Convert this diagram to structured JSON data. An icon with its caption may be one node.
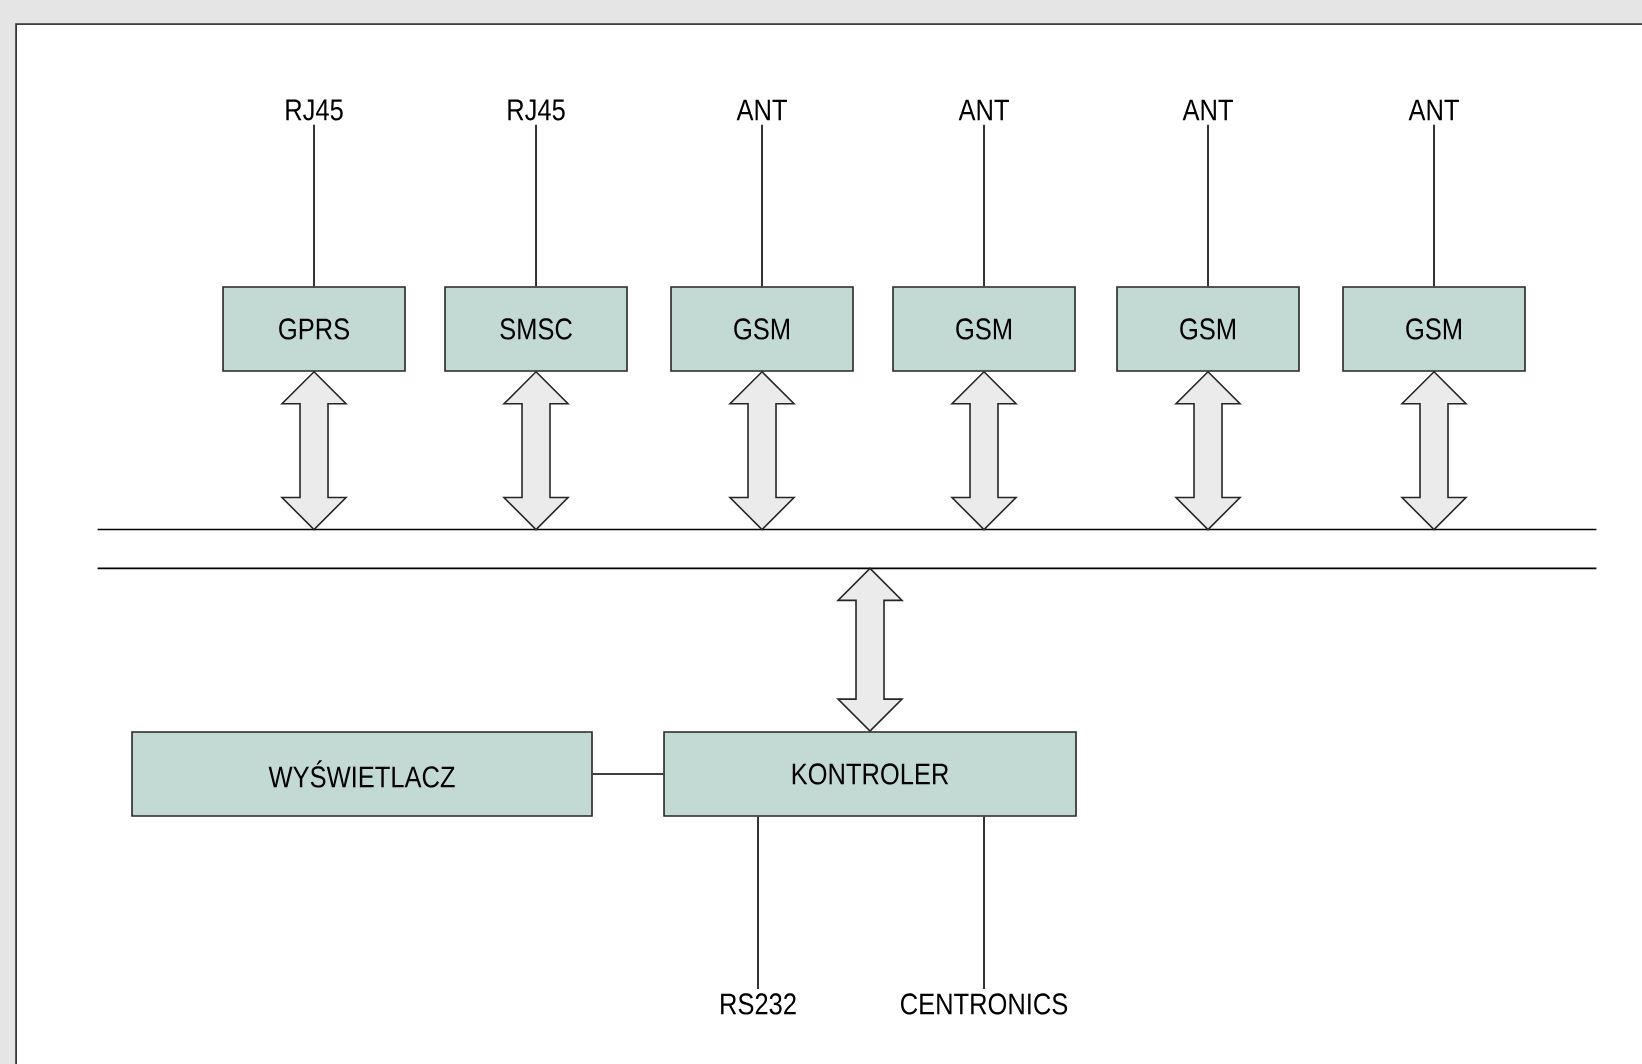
{
  "diagram": {
    "nodes": [
      {
        "text": [
          "RJ45"
        ]
      },
      {
        "text": [
          "RJ45"
        ]
      },
      {
        "text": [
          "ANT"
        ]
      },
      {
        "text": [
          "ANT"
        ]
      },
      {
        "text": [
          "ANT"
        ]
      },
      {
        "text": [
          "ANT"
        ]
      },
      {
        "text": [
          "GPRS"
        ]
      },
      {
        "text": [
          "SMSC"
        ]
      },
      {
        "text": [
          "GSM"
        ]
      },
      {
        "text": [
          "GSM"
        ]
      },
      {
        "text": [
          "GSM"
        ]
      },
      {
        "text": [
          "GSM"
        ]
      },
      {
        "text": [],
        "shape": "bar"
      },
      {
        "text": [
          "WYŚWIETLACZ"
        ]
      },
      {
        "text": [
          "KONTROLER"
        ]
      },
      {
        "text": [
          "RS232"
        ]
      },
      {
        "text": [
          "CENTRONICS"
        ]
      }
    ],
    "edges": [
      {
        "from": 0,
        "to": 6,
        "arrow": "none"
      },
      {
        "from": 1,
        "to": 7,
        "arrow": "none"
      },
      {
        "from": 2,
        "to": 8,
        "arrow": "none"
      },
      {
        "from": 3,
        "to": 9,
        "arrow": "none"
      },
      {
        "from": 4,
        "to": 10,
        "arrow": "none"
      },
      {
        "from": 5,
        "to": 11,
        "arrow": "none"
      },
      {
        "from": 6,
        "to": 12,
        "arrow": "both",
        "style": "thick"
      },
      {
        "from": 7,
        "to": 12,
        "arrow": "both",
        "style": "thick"
      },
      {
        "from": 8,
        "to": 12,
        "arrow": "both",
        "style": "thick"
      },
      {
        "from": 9,
        "to": 12,
        "arrow": "both",
        "style": "thick"
      },
      {
        "from": 10,
        "to": 12,
        "arrow": "both",
        "style": "thick"
      },
      {
        "from": 11,
        "to": 12,
        "arrow": "both",
        "style": "thick"
      },
      {
        "from": 12,
        "to": 14,
        "arrow": "both",
        "style": "thick"
      },
      {
        "from": 13,
        "to": 14,
        "arrow": "none"
      },
      {
        "from": 14,
        "to": 15,
        "arrow": "none"
      },
      {
        "from": 14,
        "to": 16,
        "arrow": "none"
      }
    ]
  }
}
